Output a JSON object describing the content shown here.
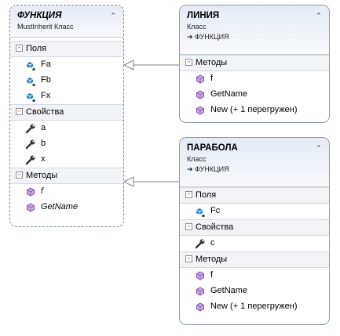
{
  "classes": {
    "funktsiya": {
      "name": "ФУНКЦИЯ",
      "stereotype": "MustInherit Класс",
      "fields_label": "Поля",
      "fields": [
        "Fa",
        "Fb",
        "Fx"
      ],
      "properties_label": "Свойства",
      "properties": [
        "a",
        "b",
        "x"
      ],
      "methods_label": "Методы",
      "methods": [
        "f",
        "GetName"
      ]
    },
    "liniya": {
      "name": "ЛИНИЯ",
      "stereotype": "Класс",
      "base": "➔ ФУНКЦИЯ",
      "methods_label": "Методы",
      "methods": [
        "f",
        "GetName",
        "New (+ 1 перегружен)"
      ]
    },
    "parabola": {
      "name": "ПАРАБОЛА",
      "stereotype": "Класс",
      "base": "➔ ФУНКЦИЯ",
      "fields_label": "Поля",
      "fields": [
        "Fc"
      ],
      "properties_label": "Свойства",
      "properties": [
        "c"
      ],
      "methods_label": "Методы",
      "methods": [
        "f",
        "GetName",
        "New (+ 1 перегружен)"
      ]
    }
  },
  "icons": {
    "collapse": "double-chevron-up-icon",
    "section_toggle": "minus-toggle-icon",
    "field": "field-cube-icon",
    "property": "wrench-property-icon",
    "method": "method-cube-icon"
  },
  "colors": {
    "header_gradient_top": "#e4ebf5",
    "field_icon": "#2a86c4",
    "method_icon": "#8a55b5",
    "border": "#8e9aae"
  }
}
